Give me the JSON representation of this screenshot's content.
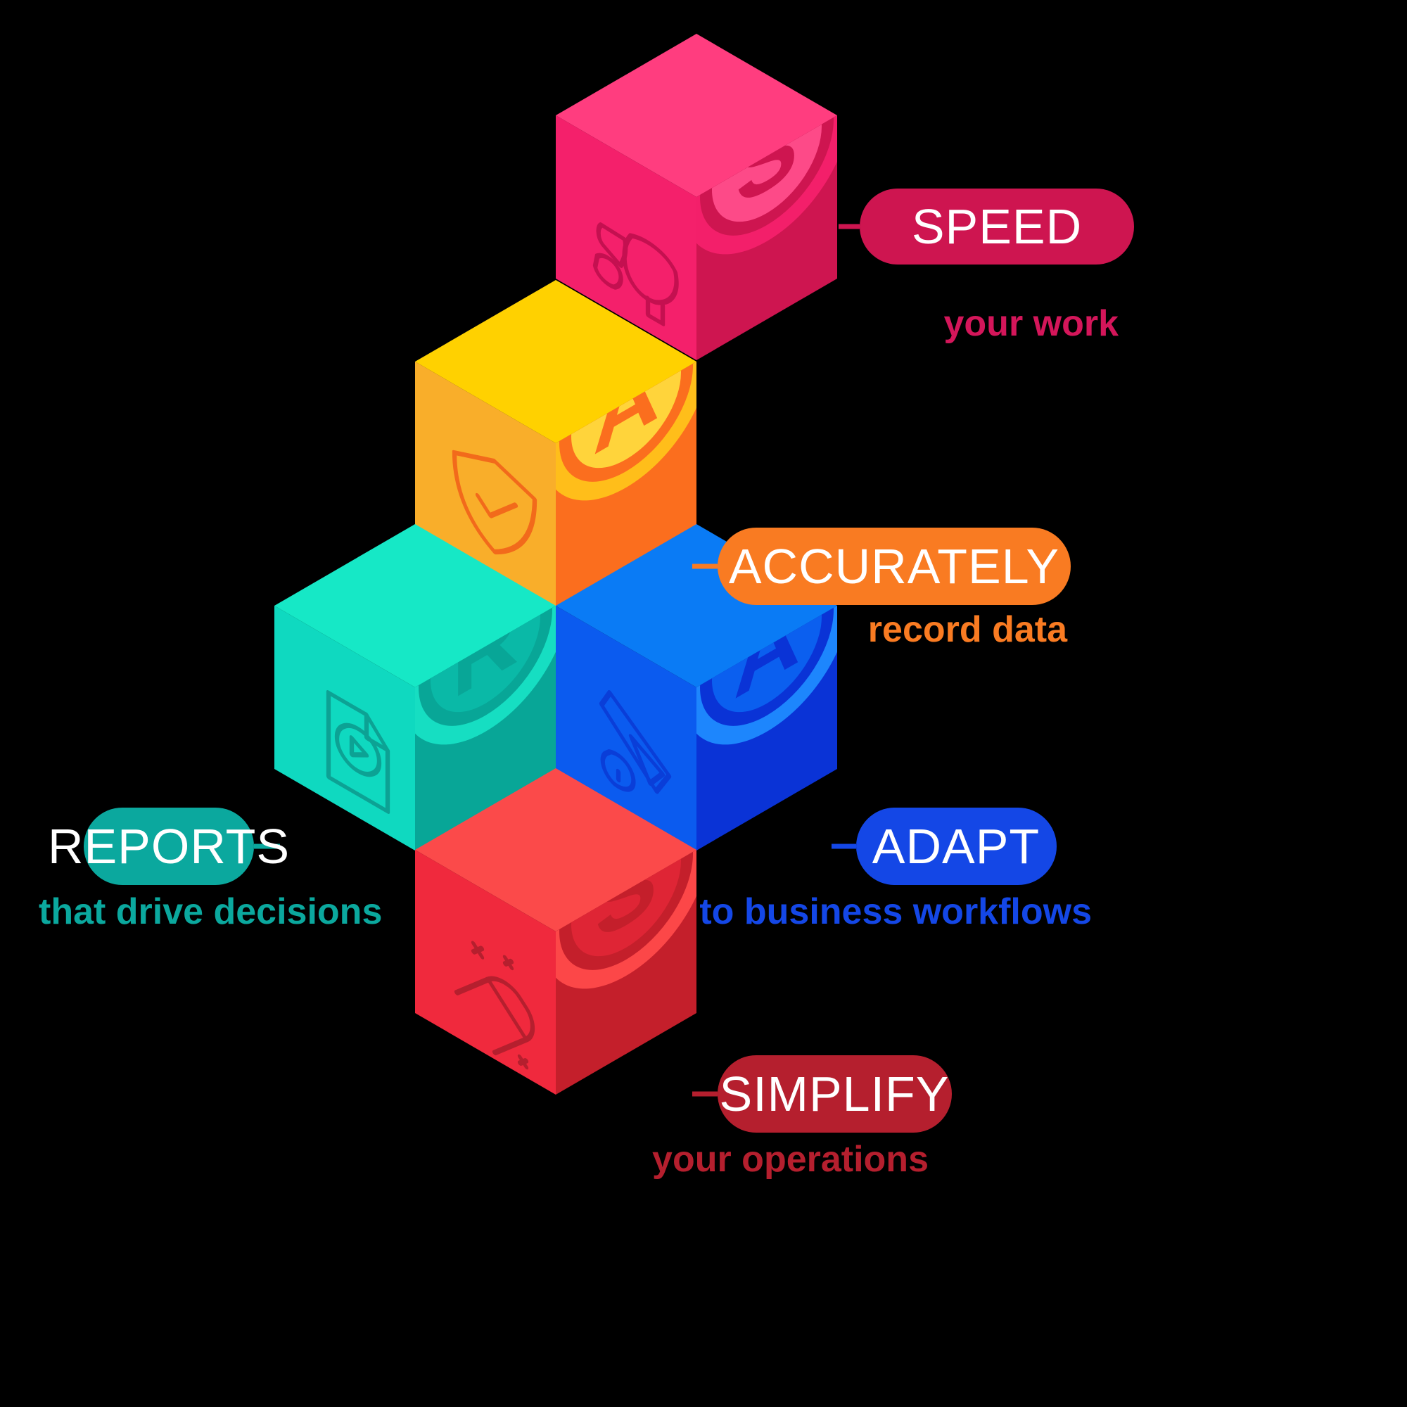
{
  "diagram": {
    "title": "SPARS isometric cube diagram",
    "background_color": "#000000"
  },
  "blocks": [
    {
      "id": "speed",
      "letter": "S",
      "label": "SPEED",
      "subtitle": "your work",
      "icon_name": "megaphone-icon",
      "pill_color": "#CE1550",
      "subtitle_color": "#D4165A",
      "connector_color": "#CE1550",
      "top_color": "#FF3D7F",
      "left_color": "#F4206B",
      "right_color": "#CE1550",
      "badge_ring_color": "#F4206B",
      "badge_inner_color": "#FF4D8B",
      "icon_stroke_color": "#C41050",
      "label_side": "right"
    },
    {
      "id": "accurately",
      "letter": "A",
      "label": "ACCURATELY",
      "subtitle": "record data",
      "icon_name": "shield-check-icon",
      "pill_color": "#F97B22",
      "subtitle_color": "#F97B22",
      "connector_color": "#F97B22",
      "top_color": "#FFD100",
      "left_color": "#F9AE2A",
      "right_color": "#FB6E1E",
      "badge_ring_color": "#FFC21A",
      "badge_inner_color": "#FFD93D",
      "icon_stroke_color": "#F26A1B",
      "label_side": "right"
    },
    {
      "id": "reports",
      "letter": "R",
      "label": "REPORTS",
      "subtitle": "that drive decisions",
      "icon_name": "document-search-icon",
      "pill_color": "#0BA89E",
      "subtitle_color": "#0BA89E",
      "connector_color": "#0BA89E",
      "top_color": "#16E8C6",
      "left_color": "#0FD9C0",
      "right_color": "#08A697",
      "badge_ring_color": "#17E0C4",
      "badge_inner_color": "#0BB9A8",
      "icon_stroke_color": "#0CA294",
      "label_side": "left"
    },
    {
      "id": "adapt",
      "letter": "A",
      "label": "ADAPT",
      "subtitle": "to business workflows",
      "icon_name": "tool-wrench-icon",
      "pill_color": "#1447E6",
      "subtitle_color": "#1447E6",
      "connector_color": "#1447E6",
      "top_color": "#0A7BF5",
      "left_color": "#0B5BEF",
      "right_color": "#0A33D6",
      "badge_ring_color": "#1F8BFF",
      "badge_inner_color": "#0C62F0",
      "icon_stroke_color": "#0A3ED8",
      "label_side": "right"
    },
    {
      "id": "simplify",
      "letter": "S",
      "label": "SIMPLIFY",
      "subtitle": "your operations",
      "icon_name": "bandage-icon",
      "pill_color": "#B51F2E",
      "subtitle_color": "#B51F2E",
      "connector_color": "#B51F2E",
      "top_color": "#FB4A4A",
      "left_color": "#F0293D",
      "right_color": "#C41F2B",
      "badge_ring_color": "#FF4A4A",
      "badge_inner_color": "#E02636",
      "icon_stroke_color": "#B51F2E",
      "label_side": "right"
    }
  ]
}
